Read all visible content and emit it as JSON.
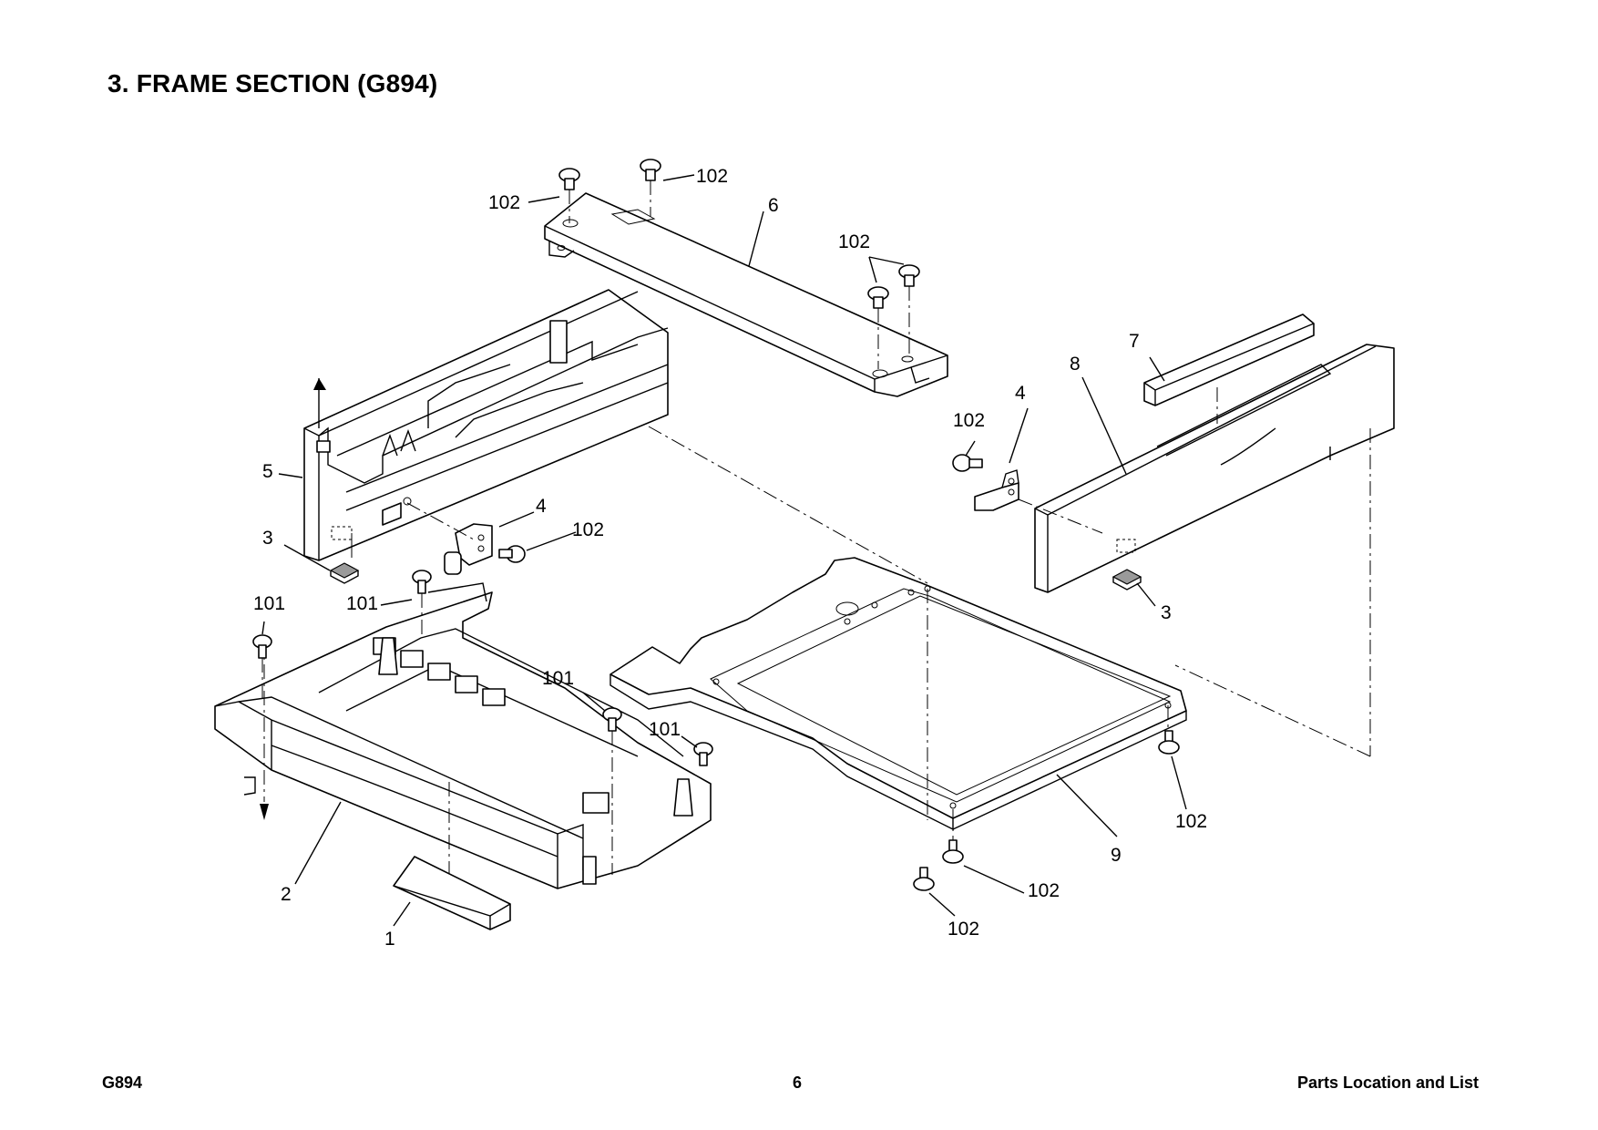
{
  "page": {
    "title": "3. FRAME SECTION (G894)",
    "footer_left": "G894",
    "footer_center": "6",
    "footer_right": "Parts Location and List"
  },
  "callouts": {
    "c102_top_left": "102",
    "c102_top_mid": "102",
    "c6": "6",
    "c102_right_pair": "102",
    "c7": "7",
    "c8": "8",
    "c4_right": "4",
    "c102_right_bracket": "102",
    "c5": "5",
    "c4_left": "4",
    "c102_left_bracket": "102",
    "c3_left": "3",
    "c3_right": "3",
    "c101_far_left": "101",
    "c101_left": "101",
    "c101_mid": "101",
    "c101_mid_right": "101",
    "c102_base_right": "102",
    "c9": "9",
    "c102_base_bottom": "102",
    "c102_base_bottom2": "102",
    "c2": "2",
    "c1": "1"
  }
}
